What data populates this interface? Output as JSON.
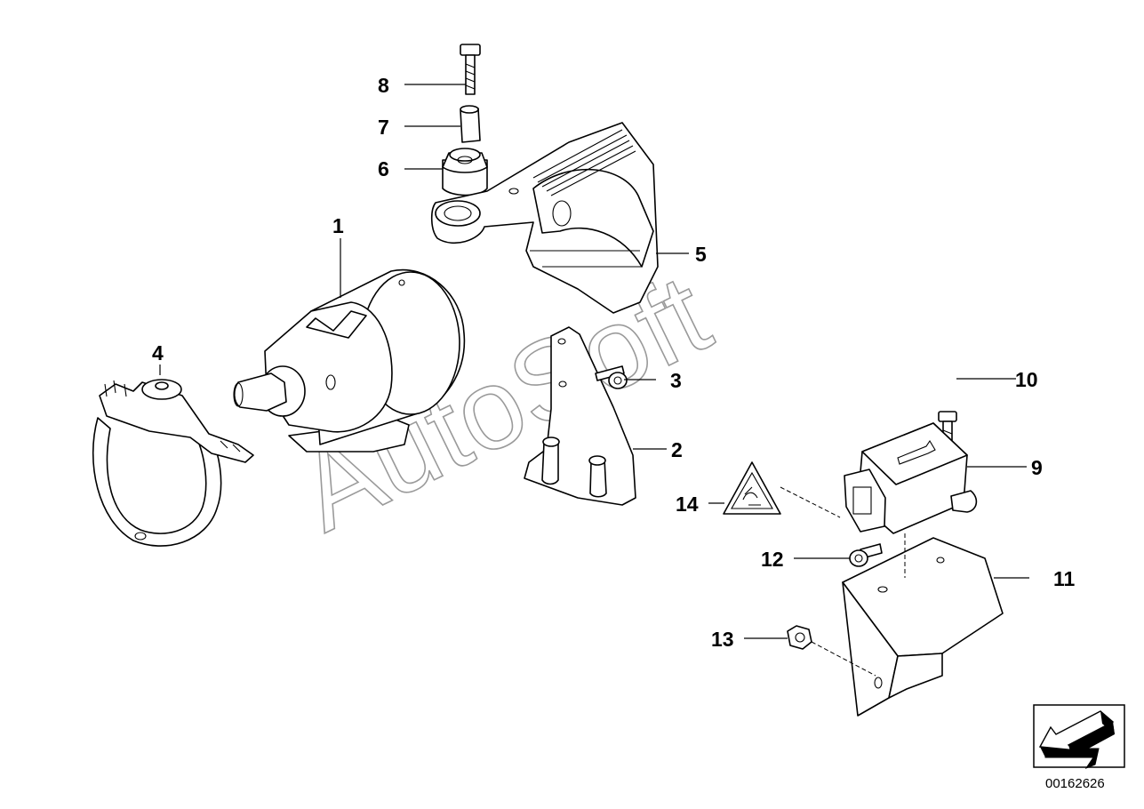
{
  "watermark": "AutoSoft",
  "diagram_ref": "00162626",
  "callouts": {
    "c1": "1",
    "c2": "2",
    "c3": "3",
    "c4": "4",
    "c5": "5",
    "c6": "6",
    "c7": "7",
    "c8": "8",
    "c9": "9",
    "c10": "10",
    "c11": "11",
    "c12": "12",
    "c13": "13",
    "c14": "14"
  }
}
